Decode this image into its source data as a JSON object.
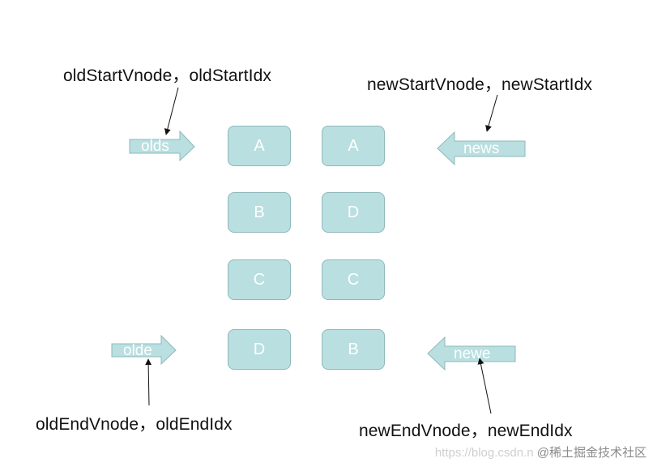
{
  "labels": {
    "old_start": "oldStartVnode，oldStartIdx",
    "new_start": "newStartVnode，newStartIdx",
    "old_end": "oldEndVnode，oldEndIdx",
    "new_end": "newEndVnode，newEndIdx"
  },
  "pointers": {
    "olds": "olds",
    "news": "news",
    "olde": "olde",
    "newe": "newe"
  },
  "old_nodes": [
    "A",
    "B",
    "C",
    "D"
  ],
  "new_nodes": [
    "A",
    "D",
    "C",
    "B"
  ],
  "watermark": {
    "url_part": "https://blog.csdn.n",
    "text": "@稀土掘金技术社区"
  },
  "colors": {
    "node_fill": "#b9dfe0",
    "node_stroke": "#8fb8ba",
    "arrow_fill": "#b9dfe0",
    "text_on_shape": "#ffffff"
  }
}
